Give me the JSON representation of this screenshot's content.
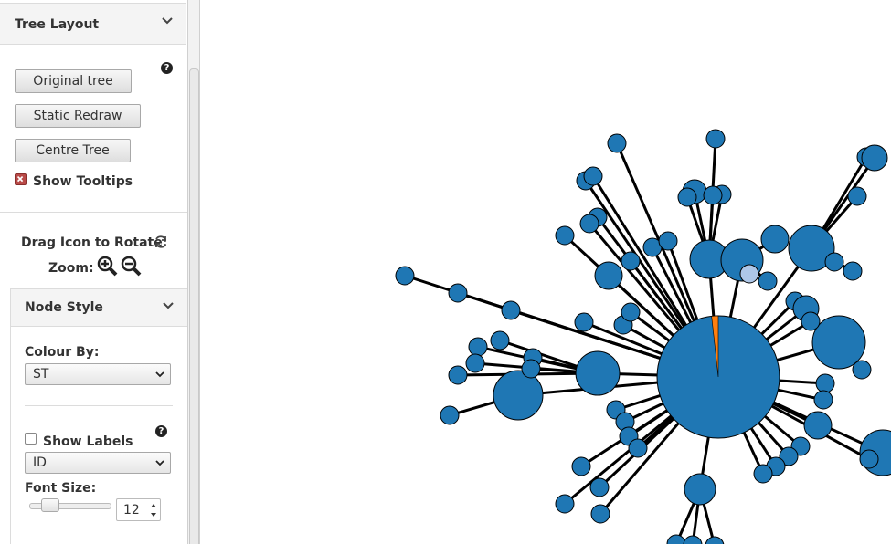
{
  "tree_layout": {
    "title": "Tree Layout",
    "buttons": {
      "original": "Original tree",
      "static_redraw": "Static Redraw",
      "centre": "Centre Tree"
    },
    "show_tooltips_label": "Show Tooltips",
    "rotate_label": "Drag Icon to Rotate:",
    "zoom_label": "Zoom:"
  },
  "node_style": {
    "title": "Node Style",
    "colour_by_label": "Colour By:",
    "colour_by_value": "ST",
    "show_labels_label": "Show Labels",
    "label_field_value": "ID",
    "font_size_label": "Font Size:",
    "font_size_value": "12"
  },
  "colors": {
    "node": "#1f77b4",
    "highlight_node": "#aec7e8",
    "pie_slice": "#ff7f0e",
    "tooltip_toggle": "#b94a48"
  }
}
